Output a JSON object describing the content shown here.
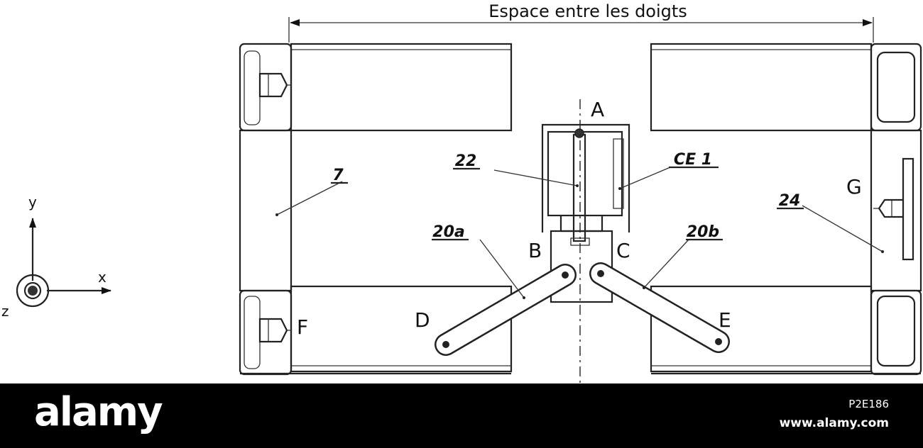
{
  "diagram": {
    "dimension_label": "Espace entre les doigts",
    "point_labels": {
      "A": "A",
      "B": "B",
      "C": "C",
      "D": "D",
      "E": "E",
      "F": "F",
      "G": "G"
    },
    "part_labels": {
      "p7": "7",
      "p22": "22",
      "pCE1": "CE 1",
      "p24": "24",
      "p20a": "20a",
      "p20b": "20b"
    },
    "axes": {
      "x": "x",
      "y": "y",
      "z": "z"
    }
  },
  "watermark": {
    "brand": "alamy",
    "image_id": "P2E186",
    "site": "www.alamy.com",
    "background_color": "#000000",
    "text_color": "#ffffff"
  }
}
